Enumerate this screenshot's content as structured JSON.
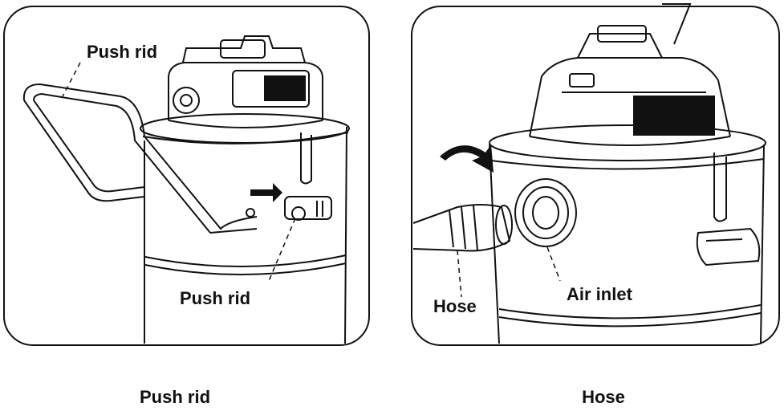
{
  "left_panel": {
    "labels": {
      "top": "Push rid",
      "bottom": "Push rid"
    },
    "caption": "Push rid"
  },
  "right_panel": {
    "labels": {
      "hose": "Hose",
      "air_inlet": "Air inlet"
    },
    "caption": "Hose"
  }
}
